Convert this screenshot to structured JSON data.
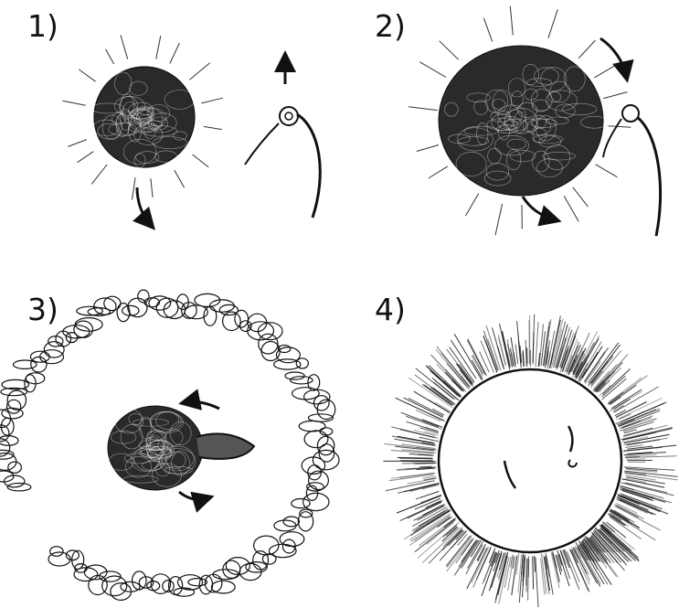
{
  "panels": [
    {
      "label": "1)"
    },
    {
      "label": "2)"
    },
    {
      "label": "3)"
    },
    {
      "label": "4)"
    }
  ],
  "colors": {
    "ink": "#111111",
    "paper": "#ffffff"
  },
  "icons": [
    "motion-arrow-icon",
    "rotation-arrow-icon"
  ]
}
